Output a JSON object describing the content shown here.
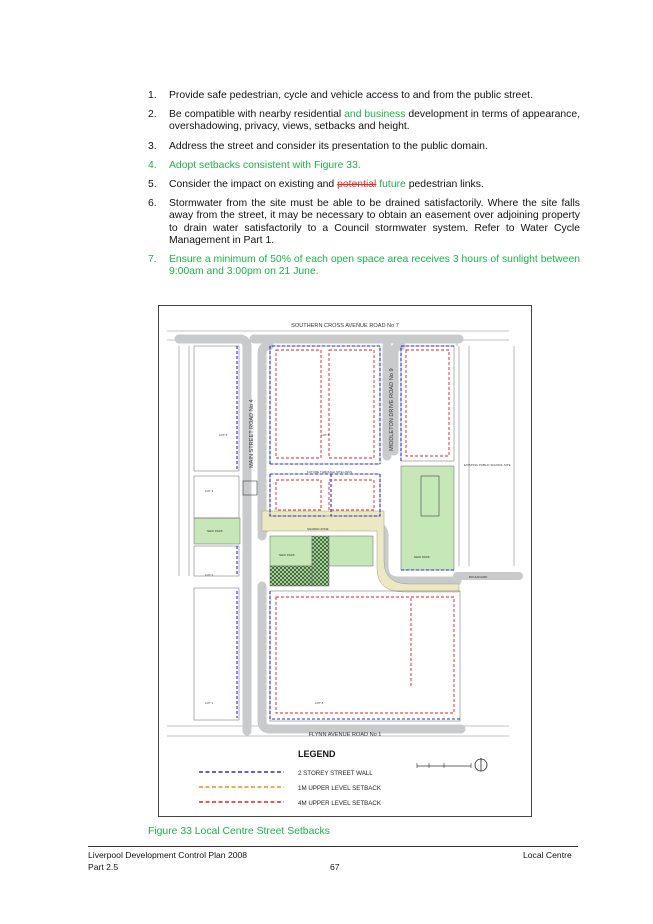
{
  "items": [
    {
      "num": "1.",
      "parts": [
        {
          "t": "Provide safe pedestrian, cycle and vehicle access to and from the public street.",
          "s": "normal"
        }
      ]
    },
    {
      "num": "2.",
      "parts": [
        {
          "t": "Be compatible with nearby residential ",
          "s": "normal"
        },
        {
          "t": "and business",
          "s": "green"
        },
        {
          "t": " development in terms of appearance, overshadowing, privacy, views, setbacks and height.",
          "s": "normal"
        }
      ]
    },
    {
      "num": "3.",
      "parts": [
        {
          "t": "Address the street and consider its presentation to the public domain.",
          "s": "normal"
        }
      ]
    },
    {
      "num": "4.",
      "green": true,
      "parts": [
        {
          "t": "Adopt setbacks consistent with Figure 33.",
          "s": "green"
        }
      ]
    },
    {
      "num": "5.",
      "parts": [
        {
          "t": "Consider the impact on existing and ",
          "s": "normal"
        },
        {
          "t": "potential",
          "s": "red"
        },
        {
          "t": " ",
          "s": "normal"
        },
        {
          "t": "future",
          "s": "green"
        },
        {
          "t": " pedestrian links.",
          "s": "normal"
        }
      ]
    },
    {
      "num": "6.",
      "parts": [
        {
          "t": "Stormwater from the site must be able to be drained satisfactorily.  Where the site falls away from the street, it may be necessary to obtain an easement over adjoining property to drain water satisfactorily to a Council stormwater system.  Refer to Water Cycle Management in Part 1.",
          "s": "normal"
        }
      ]
    },
    {
      "num": "7.",
      "green": true,
      "parts": [
        {
          "t": "Ensure a minimum of 50% of each open space area receives 3 hours of sunlight between 9:00am and 3:00pm on 21 June.",
          "s": "green"
        }
      ]
    }
  ],
  "map": {
    "road_top": "SOUTHERN CROSS AVENUE  ROAD No 7",
    "road_bottom": "FLYNN AVENUE ROAD No 1",
    "road_left": "MAIN STREET ROAD No 4",
    "road_mid": "MIDDLETON DRIVE ROAD No 9",
    "school": "EXISTING PUBLIC SCHOOL SITE",
    "future_links": "FUTURE THROUGH SITE LINKS",
    "shared_zone": "SHARED ZONE",
    "boulevard": "BOULEVARD",
    "new_park": "NEW PARK",
    "lots": [
      "LOT 5",
      "LOT 6",
      "LOT 3",
      "LOT 2",
      "LOT 1",
      "LOT 8"
    ]
  },
  "legend": {
    "title": "LEGEND",
    "entries": [
      {
        "label": "2 STOREY STREET WALL",
        "color": "#2b2bd0"
      },
      {
        "label": "1M UPPER LEVEL SETBACK",
        "color": "#f08a1c"
      },
      {
        "label": "4M UPPER LEVEL SETBACK",
        "color": "#e0202a"
      }
    ]
  },
  "caption": "Figure 33 Local Centre Street Setbacks",
  "footer": {
    "doc": "Liverpool Development Control Plan 2008",
    "part": "Part 2.5",
    "page": "67",
    "section": "Local Centre"
  }
}
